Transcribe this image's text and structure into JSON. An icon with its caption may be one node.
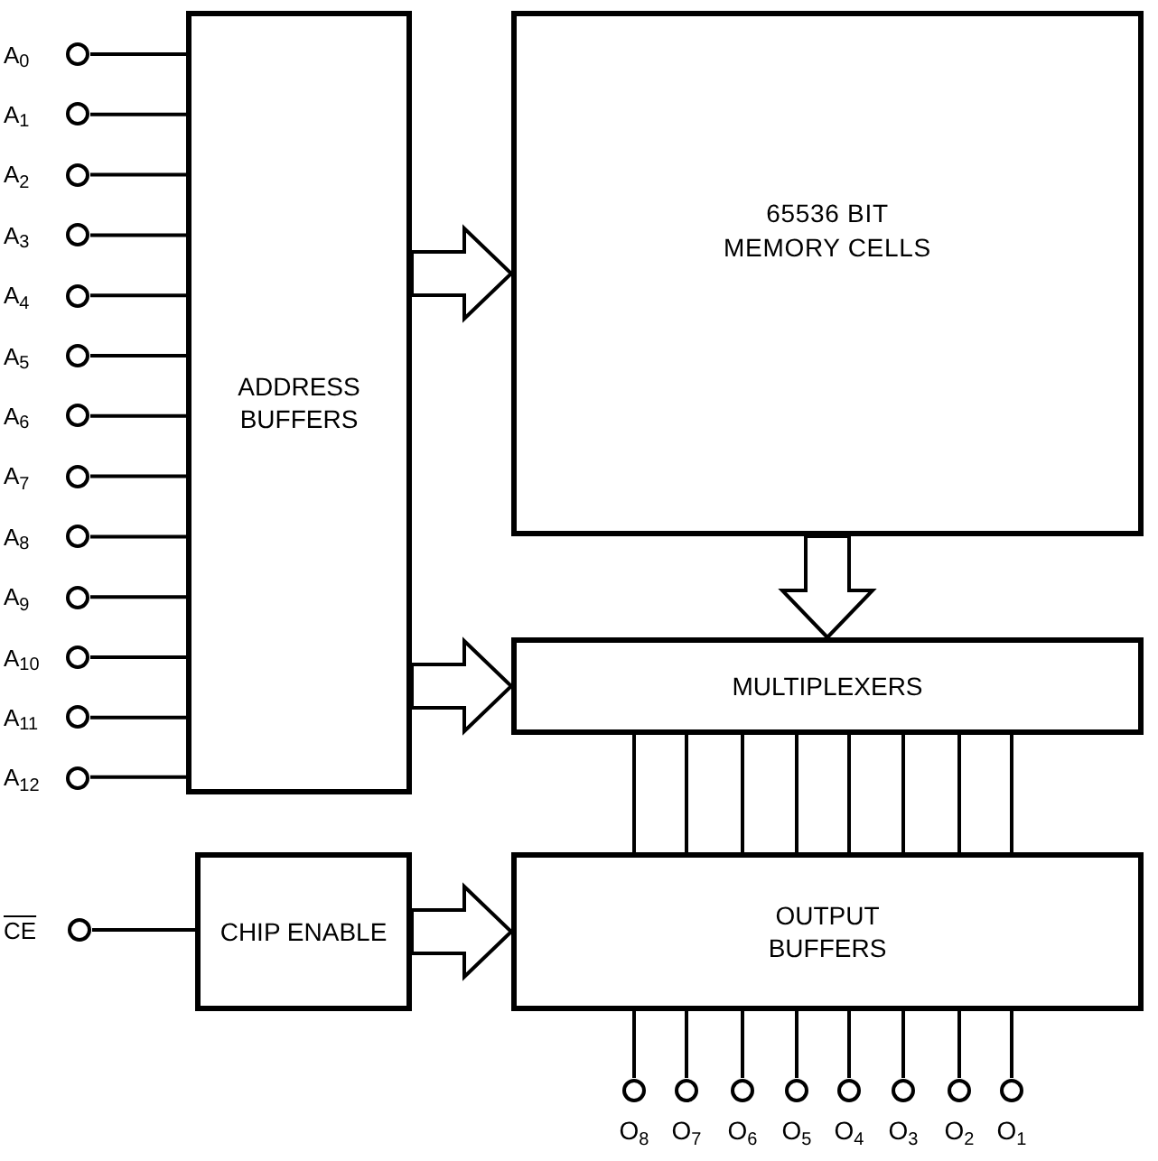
{
  "diagram": {
    "nodes": [
      {
        "text": [
          "ADDRESS BUFFERS"
        ]
      },
      {
        "text": [
          "65536 BIT MEMORY CELLS"
        ]
      },
      {
        "text": [
          "MULTIPLEXERS"
        ]
      },
      {
        "text": [
          "CHIP ENABLE"
        ]
      },
      {
        "text": [
          "OUTPUT BUFFERS"
        ]
      },
      {
        "text": [
          "A$_{0}$"
        ]
      },
      {
        "text": [
          "A$_{1}$"
        ]
      },
      {
        "text": [
          "A$_{2}$"
        ]
      },
      {
        "text": [
          "A$_{3}$"
        ]
      },
      {
        "text": [
          "A$_{4}$"
        ]
      },
      {
        "text": [
          "A$_{5}$"
        ]
      },
      {
        "text": [
          "A$_{6}$"
        ]
      },
      {
        "text": [
          "A$_{7}$"
        ]
      },
      {
        "text": [
          "A$_{8}$"
        ]
      },
      {
        "text": [
          "A$_{9}$"
        ]
      },
      {
        "text": [
          "A$_{10}$"
        ]
      },
      {
        "text": [
          "A$_{11}$"
        ]
      },
      {
        "text": [
          "A$_{12}$"
        ]
      },
      {
        "text": [
          "CE"
        ]
      },
      {
        "text": [
          "O$_{8}$"
        ]
      },
      {
        "text": [
          "O$_{7}$"
        ]
      },
      {
        "text": [
          "O$_{6}$"
        ]
      },
      {
        "text": [
          "O$_{5}$"
        ]
      },
      {
        "text": [
          "O$_{4}$"
        ]
      },
      {
        "text": [
          "O$_{3}$"
        ]
      },
      {
        "text": [
          "O$_{2}$"
        ]
      },
      {
        "text": [
          "O$_{1}$"
        ]
      }
    ],
    "edges": [
      {
        "from": 5,
        "to": 0,
        "arrow": "none"
      },
      {
        "from": 6,
        "to": 0,
        "arrow": "none"
      },
      {
        "from": 7,
        "to": 0,
        "arrow": "none"
      },
      {
        "from": 8,
        "to": 0,
        "arrow": "none"
      },
      {
        "from": 9,
        "to": 0,
        "arrow": "none"
      },
      {
        "from": 10,
        "to": 0,
        "arrow": "none"
      },
      {
        "from": 11,
        "to": 0,
        "arrow": "none"
      },
      {
        "from": 12,
        "to": 0,
        "arrow": "none"
      },
      {
        "from": 13,
        "to": 0,
        "arrow": "none"
      },
      {
        "from": 14,
        "to": 0,
        "arrow": "none"
      },
      {
        "from": 15,
        "to": 0,
        "arrow": "none"
      },
      {
        "from": 16,
        "to": 0,
        "arrow": "none"
      },
      {
        "from": 17,
        "to": 0,
        "arrow": "none"
      },
      {
        "from": 0,
        "to": 1,
        "arrow": "to",
        "style": "thick"
      },
      {
        "from": 0,
        "to": 2,
        "arrow": "to",
        "style": "thick"
      },
      {
        "from": 1,
        "to": 2,
        "arrow": "to",
        "style": "thick"
      },
      {
        "from": 2,
        "to": 4,
        "arrow": "none"
      },
      {
        "from": 2,
        "to": 4,
        "arrow": "none"
      },
      {
        "from": 2,
        "to": 4,
        "arrow": "none"
      },
      {
        "from": 2,
        "to": 4,
        "arrow": "none"
      },
      {
        "from": 2,
        "to": 4,
        "arrow": "none"
      },
      {
        "from": 2,
        "to": 4,
        "arrow": "none"
      },
      {
        "from": 2,
        "to": 4,
        "arrow": "none"
      },
      {
        "from": 2,
        "to": 4,
        "arrow": "none"
      },
      {
        "from": 18,
        "to": 3,
        "arrow": "none"
      },
      {
        "from": 3,
        "to": 4,
        "arrow": "to",
        "style": "thick"
      },
      {
        "from": 4,
        "to": 19,
        "arrow": "none"
      },
      {
        "from": 4,
        "to": 20,
        "arrow": "none"
      },
      {
        "from": 4,
        "to": 21,
        "arrow": "none"
      },
      {
        "from": 4,
        "to": 22,
        "arrow": "none"
      },
      {
        "from": 4,
        "to": 23,
        "arrow": "none"
      },
      {
        "from": 4,
        "to": 24,
        "arrow": "none"
      },
      {
        "from": 4,
        "to": 25,
        "arrow": "none"
      },
      {
        "from": 4,
        "to": 26,
        "arrow": "none"
      }
    ]
  }
}
